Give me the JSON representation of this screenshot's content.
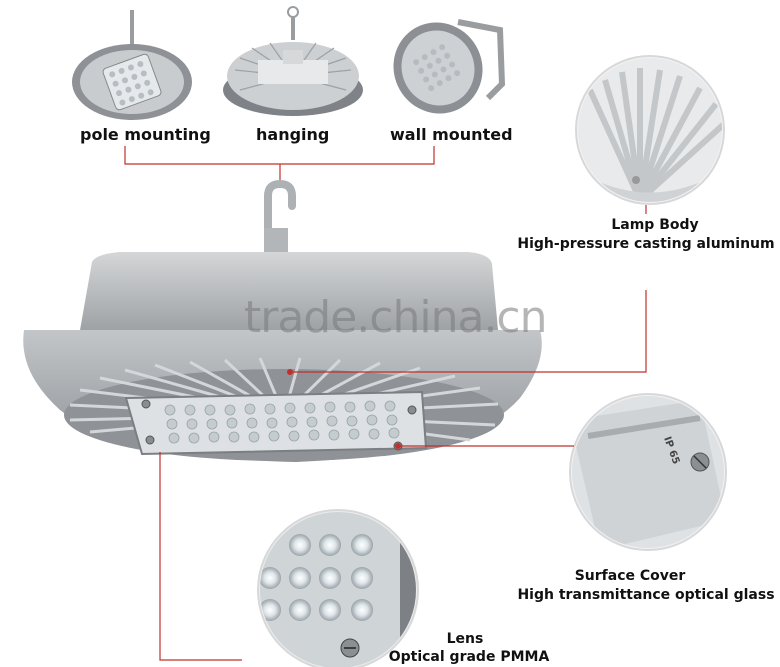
{
  "mounting": {
    "pole": "pole mounting",
    "hanging": "hanging",
    "wall": "wall mounted"
  },
  "callouts": {
    "lamp_body": {
      "title": "Lamp Body",
      "subtitle": "High-pressure casting aluminum"
    },
    "surface_cover": {
      "title": "Surface Cover",
      "subtitle": "High transmittance optical glass"
    },
    "lens": {
      "title": "Lens",
      "subtitle": "Optical grade PMMA"
    }
  },
  "watermark": "trade.china.cn",
  "ip_marking": "IP 65",
  "colors": {
    "leader_line": "#c0302c",
    "housing": "#b9bcbf",
    "circle_border": "#c0302c"
  }
}
